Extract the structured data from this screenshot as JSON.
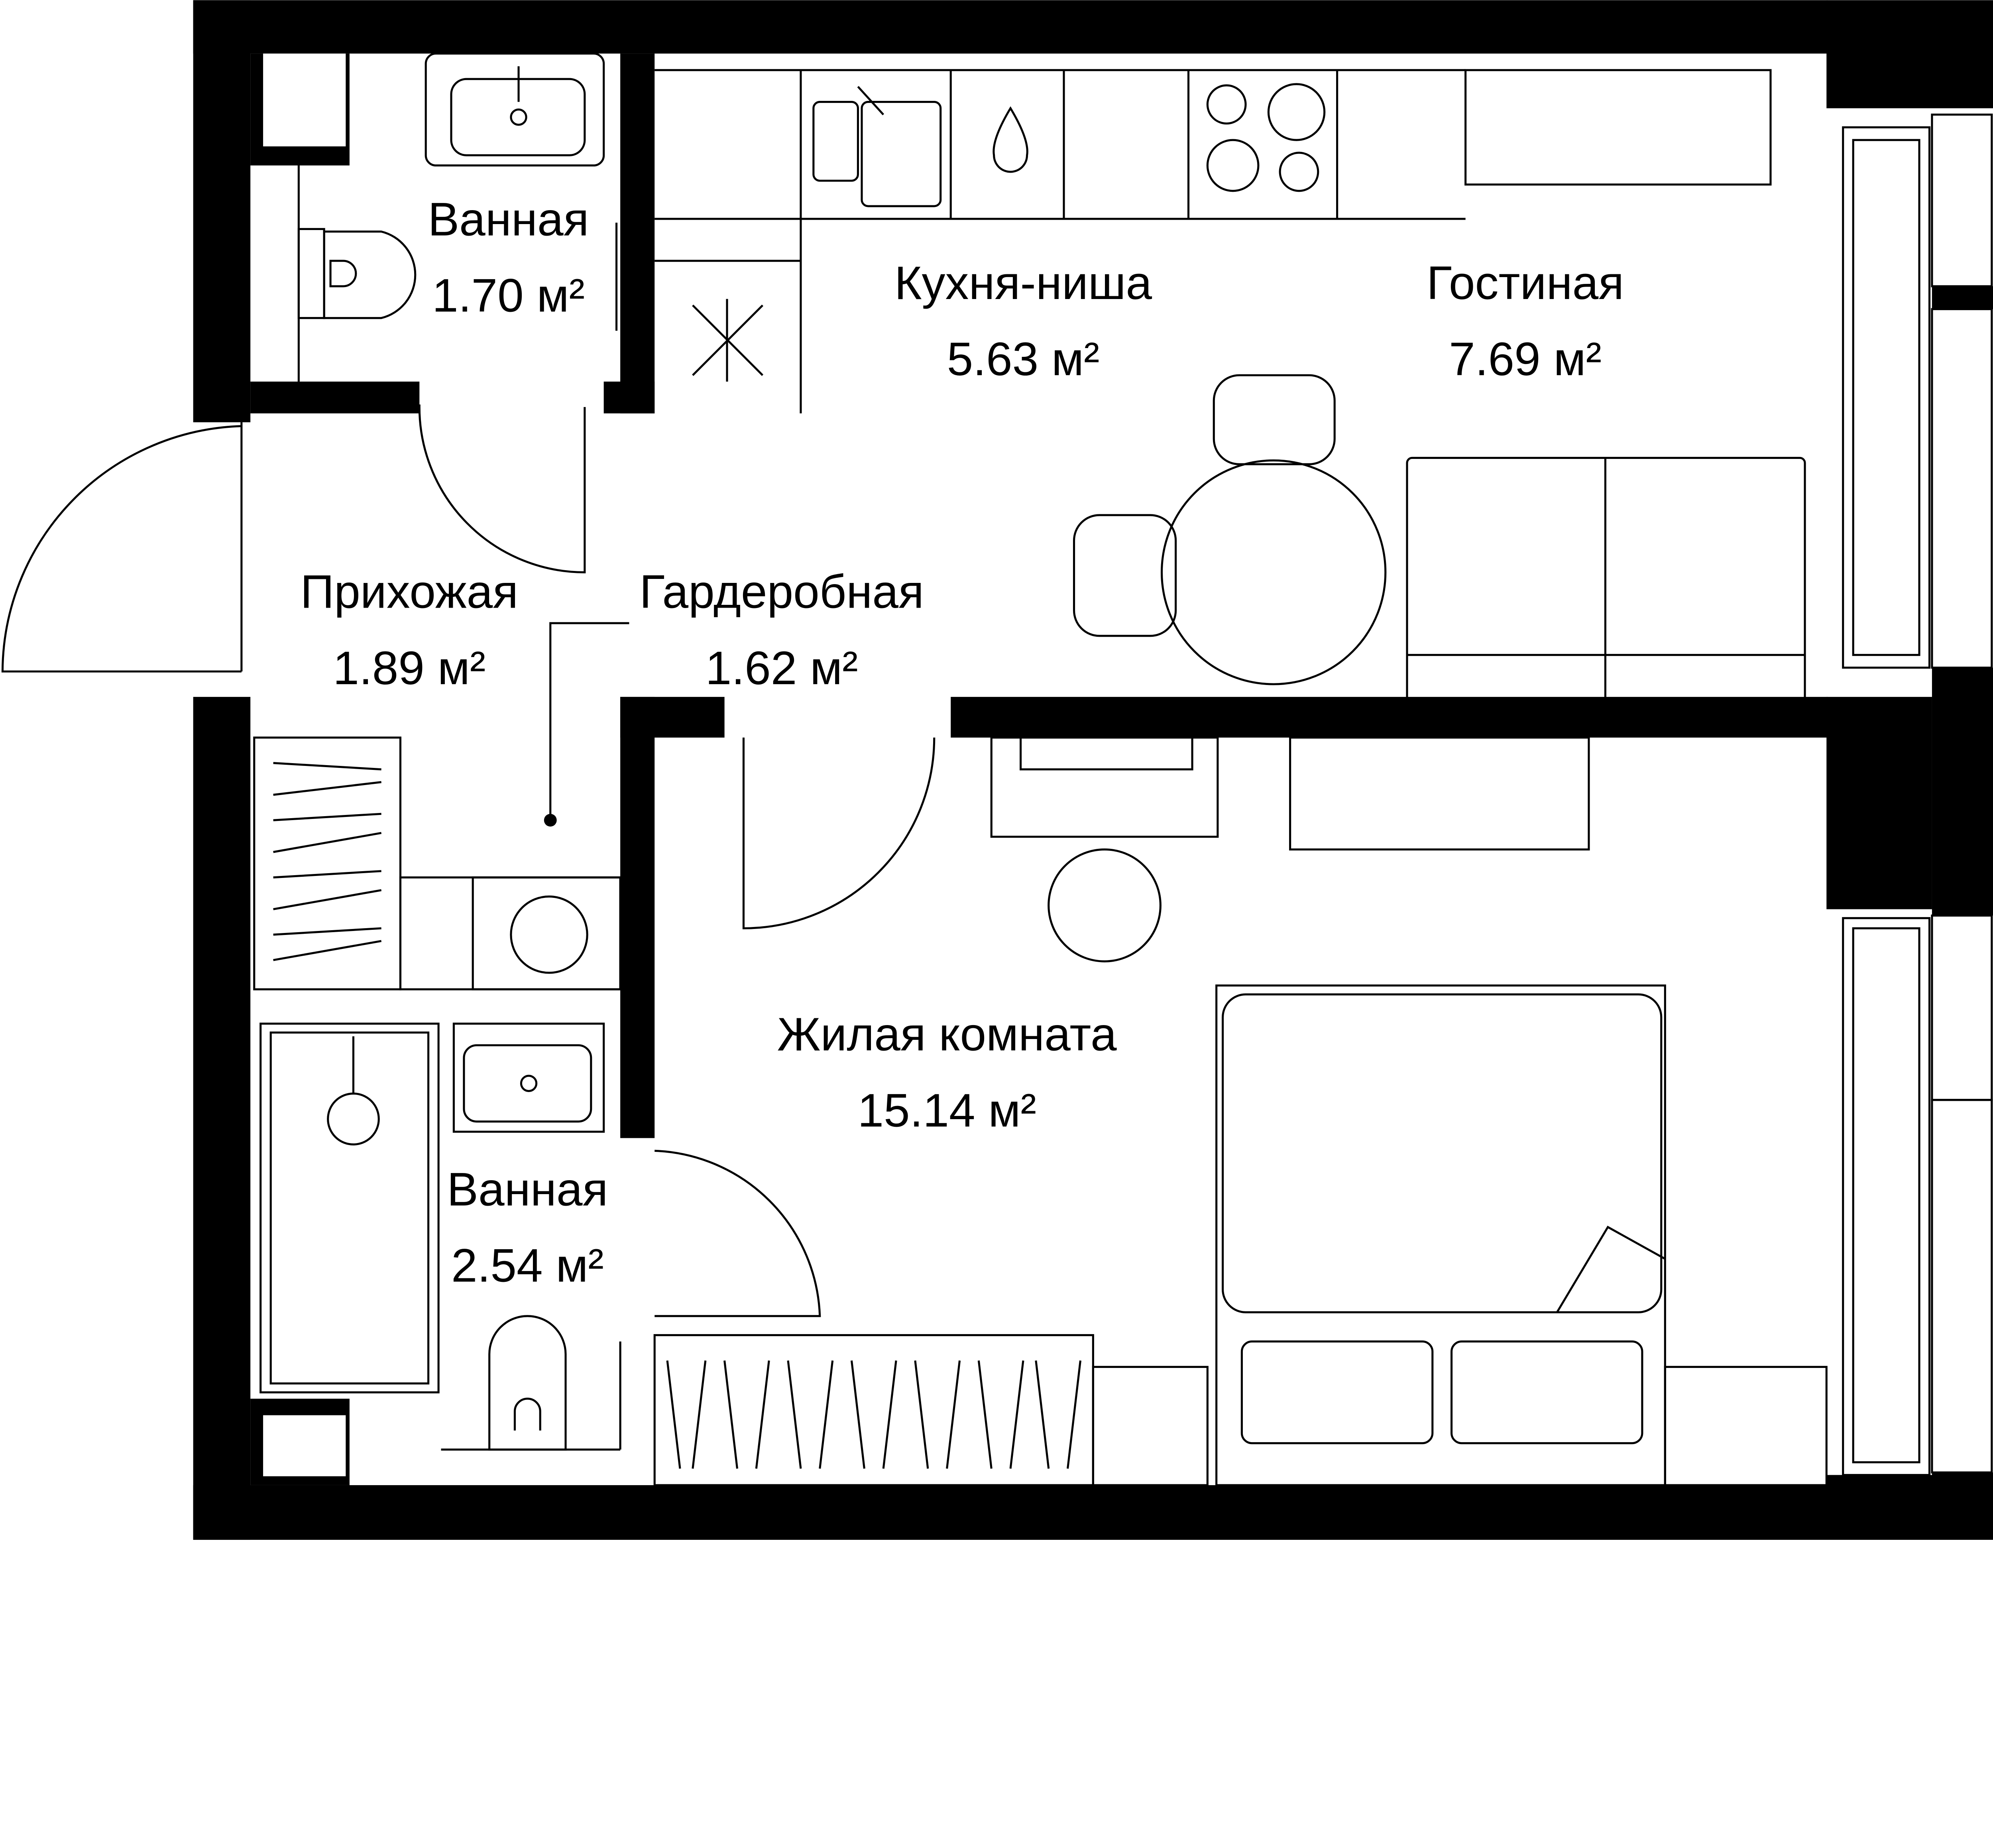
{
  "colors": {
    "wall": "#000000",
    "background": "#ffffff",
    "line": "#000000"
  },
  "rooms": [
    {
      "id": "bath1",
      "name": "Ванная",
      "area": "1.70 м²"
    },
    {
      "id": "kitchen",
      "name": "Кухня-ниша",
      "area": "5.63 м²"
    },
    {
      "id": "living",
      "name": "Гостиная",
      "area": "7.69 м²"
    },
    {
      "id": "hall",
      "name": "Прихожая",
      "area": "1.89 м²"
    },
    {
      "id": "wardrobe",
      "name": "Гардеробная",
      "area": "1.62 м²"
    },
    {
      "id": "bedroom",
      "name": "Жилая комната",
      "area": "15.14 м²"
    },
    {
      "id": "bath2",
      "name": "Ванная",
      "area": "2.54 м²"
    }
  ],
  "icons": [
    "sink-icon",
    "toilet-icon",
    "stove-icon",
    "fridge-icon",
    "washing-machine-icon",
    "bathtub-icon",
    "dining-table-icon",
    "sofa-icon",
    "bed-icon",
    "wardrobe-icon",
    "door-icon",
    "window-icon"
  ]
}
